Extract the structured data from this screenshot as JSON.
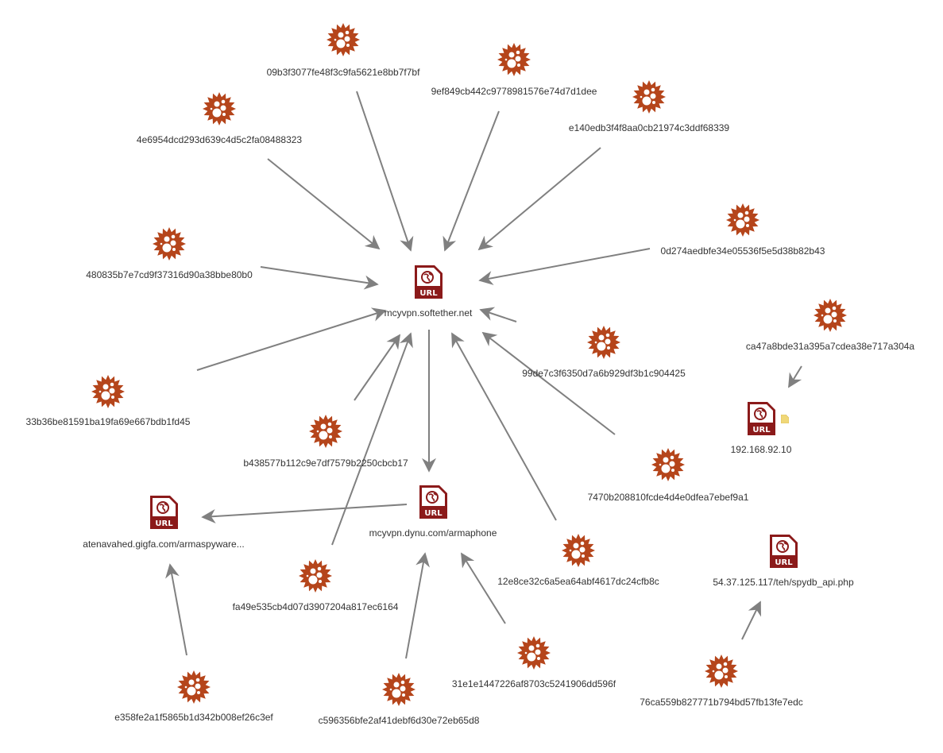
{
  "colors": {
    "malware": "#b5451b",
    "url": "#8b1a1a",
    "edge": "#808080",
    "note": "#f0d878"
  },
  "url_badge": "URL",
  "nodes": [
    {
      "id": "n1",
      "type": "malware",
      "label": "09b3f3077fe48f3c9fa5621e8bb7f7bf"
    },
    {
      "id": "n2",
      "type": "malware",
      "label": "9ef849cb442c9778981576e74d7d1dee"
    },
    {
      "id": "n3",
      "type": "malware",
      "label": "4e6954dcd293d639c4d5c2fa08488323"
    },
    {
      "id": "n4",
      "type": "malware",
      "label": "e140edb3f4f8aa0cb21974c3ddf68339"
    },
    {
      "id": "n5",
      "type": "malware",
      "label": "0d274aedbfe34e05536f5e5d38b82b43"
    },
    {
      "id": "n6",
      "type": "malware",
      "label": "480835b7e7cd9f37316d90a38bbe80b0"
    },
    {
      "id": "n7",
      "type": "malware",
      "label": "ca47a8bde31a395a7cdea38e717a304a"
    },
    {
      "id": "n8",
      "type": "malware",
      "label": "99de7c3f6350d7a6b929df3b1c904425"
    },
    {
      "id": "n9",
      "type": "malware",
      "label": "33b36be81591ba19fa69e667bdb1fd45"
    },
    {
      "id": "n10",
      "type": "malware",
      "label": "b438577b112c9e7df7579b2250cbcb17"
    },
    {
      "id": "n11",
      "type": "malware",
      "label": "7470b208810fcde4d4e0dfea7ebef9a1"
    },
    {
      "id": "n12",
      "type": "malware",
      "label": "12e8ce32c6a5ea64abf4617dc24cfb8c"
    },
    {
      "id": "n13",
      "type": "malware",
      "label": "fa49e535cb4d07d3907204a817ec6164"
    },
    {
      "id": "n14",
      "type": "malware",
      "label": "31e1e1447226af8703c5241906dd596f"
    },
    {
      "id": "n15",
      "type": "malware",
      "label": "e358fe2a1f5865b1d342b008ef26c3ef"
    },
    {
      "id": "n16",
      "type": "malware",
      "label": "c596356bfe2af41debf6d30e72eb65d8"
    },
    {
      "id": "n17",
      "type": "malware",
      "label": "76ca559b827771b794bd57fb13fe7edc"
    },
    {
      "id": "uA",
      "type": "url",
      "label": "mcyvpn.softether.net"
    },
    {
      "id": "uB",
      "type": "url",
      "label": "192.168.92.10",
      "has_note": true
    },
    {
      "id": "uC",
      "type": "url",
      "label": "mcyvpn.dynu.com/armaphone"
    },
    {
      "id": "uD",
      "type": "url",
      "label": "atenavahed.gigfa.com/armaspyware..."
    },
    {
      "id": "uE",
      "type": "url",
      "label": "54.37.125.117/teh/spydb_api.php"
    }
  ],
  "edges": [
    [
      "n1",
      "uA"
    ],
    [
      "n2",
      "uA"
    ],
    [
      "n3",
      "uA"
    ],
    [
      "n4",
      "uA"
    ],
    [
      "n5",
      "uA"
    ],
    [
      "n6",
      "uA"
    ],
    [
      "n9",
      "uA"
    ],
    [
      "n8",
      "uA"
    ],
    [
      "n10",
      "uA"
    ],
    [
      "n11",
      "uA"
    ],
    [
      "n13",
      "uA"
    ],
    [
      "n12",
      "uA"
    ],
    [
      "uA",
      "uC"
    ],
    [
      "uC",
      "uD"
    ],
    [
      "n15",
      "uD"
    ],
    [
      "n16",
      "uC"
    ],
    [
      "n14",
      "uC"
    ],
    [
      "n7",
      "uB"
    ],
    [
      "n17",
      "uE"
    ]
  ]
}
